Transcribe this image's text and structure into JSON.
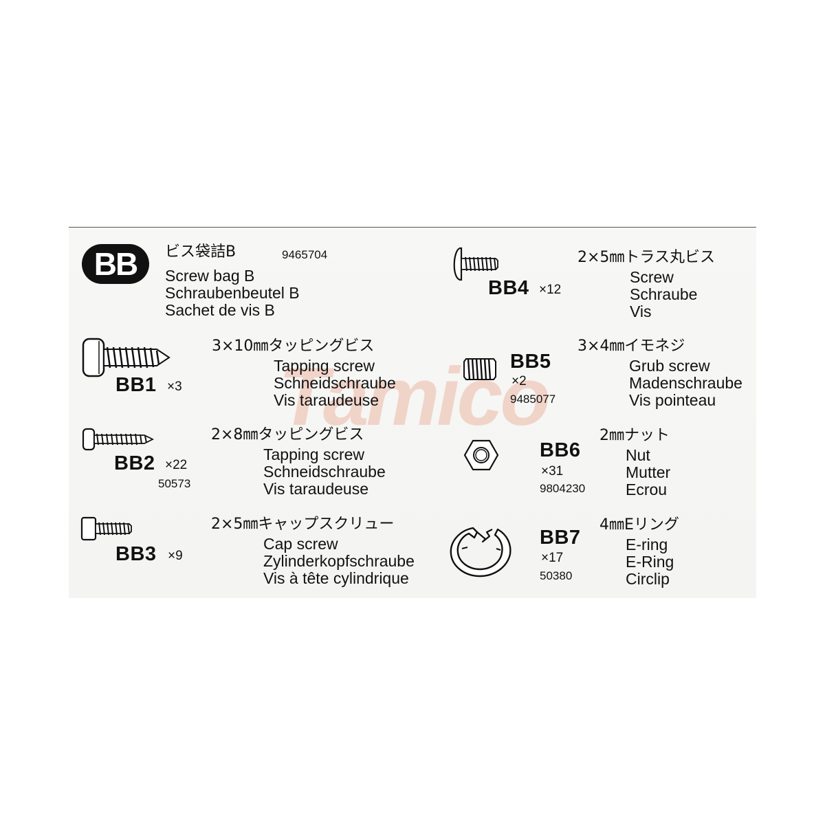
{
  "bag": {
    "badge": "BB",
    "title_jp": "ビス袋詰B",
    "part_number": "9465704",
    "names": [
      "Screw bag B",
      "Schraubenbeutel B",
      "Sachet de vis B"
    ]
  },
  "watermark": "Tamico",
  "parts": [
    {
      "code": "BB1",
      "qty": "×3",
      "jp": "3×10㎜タッピングビス",
      "names": [
        "Tapping screw",
        "Schneidschraube",
        "Vis taraudeuse"
      ],
      "part_number": "",
      "icon": "tapping-screw-large-icon"
    },
    {
      "code": "BB2",
      "qty": "×22",
      "jp": "2×8㎜タッピングビス",
      "names": [
        "Tapping screw",
        "Schneidschraube",
        "Vis taraudeuse"
      ],
      "part_number": "50573",
      "icon": "tapping-screw-small-icon"
    },
    {
      "code": "BB3",
      "qty": "×9",
      "jp": "2×5㎜キャップスクリュー",
      "names": [
        "Cap screw",
        "Zylinderkopfschraube",
        "Vis à tête cylindrique"
      ],
      "part_number": "",
      "icon": "cap-screw-icon"
    },
    {
      "code": "BB4",
      "qty": "×12",
      "jp": "2×5㎜トラス丸ビス",
      "names": [
        "Screw",
        "Schraube",
        "Vis"
      ],
      "part_number": "",
      "icon": "truss-screw-icon"
    },
    {
      "code": "BB5",
      "qty": "×2",
      "jp": "3×4㎜イモネジ",
      "names": [
        "Grub screw",
        "Madenschraube",
        "Vis pointeau"
      ],
      "part_number": "9485077",
      "icon": "grub-screw-icon"
    },
    {
      "code": "BB6",
      "qty": "×31",
      "jp": "2㎜ナット",
      "names": [
        "Nut",
        "Mutter",
        "Ecrou"
      ],
      "part_number": "9804230",
      "icon": "hex-nut-icon"
    },
    {
      "code": "BB7",
      "qty": "×17",
      "jp": "4㎜Eリング",
      "names": [
        "E-ring",
        "E-Ring",
        "Circlip"
      ],
      "part_number": "50380",
      "icon": "e-ring-icon"
    }
  ]
}
